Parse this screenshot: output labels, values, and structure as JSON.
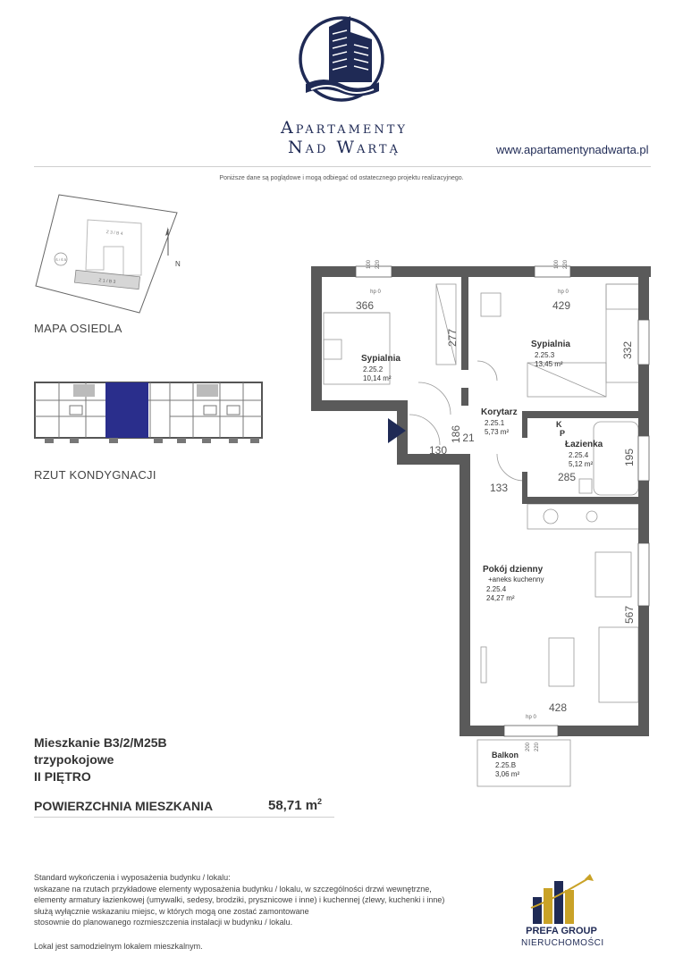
{
  "header": {
    "brand_line1": "Apartamenty",
    "brand_line2": "Nad Wartą",
    "website": "www.apartamentynadwarta.pl",
    "disclaimer": "Poniższe dane są poglądowe i mogą odbiegać od ostatecznego projektu realizacyjnego."
  },
  "site_map": {
    "title": "MAPA OSIEDLA",
    "building_b": "Z 3 / B 4",
    "building_a": "Z 1 / B 3",
    "marker": "Ś / Ś 5",
    "north": "N"
  },
  "floor_plan_thumb": {
    "title": "RZUT KONDYGNACJI"
  },
  "apartment": {
    "name": "Mieszkanie B3/2/M25B",
    "type": "trzypokojowe",
    "floor": "II PIĘTRO",
    "area_label": "POWIERZCHNIA MIESZKANIA",
    "area_value": "58,71 m",
    "area_sup": "2"
  },
  "rooms": [
    {
      "name": "Sypialnia",
      "code": "2.25.2",
      "area": "10,14 m²"
    },
    {
      "name": "Sypialnia",
      "code": "2.25.3",
      "area": "13,45 m²"
    },
    {
      "name": "Korytarz",
      "code": "2.25.1",
      "area": "5,73 m²"
    },
    {
      "name": "Łazienka",
      "code": "2.25.4",
      "area": "5,12 m²"
    },
    {
      "name": "Pokój dzienny",
      "sub": "+aneks kuchenny",
      "code": "2.25.4",
      "area": "24,27 m²"
    },
    {
      "name": "Balkon",
      "code": "2.25.B",
      "area": "3,06 m²"
    }
  ],
  "dimensions": {
    "d366": "366",
    "d429": "429",
    "d277": "277",
    "d332": "332",
    "d186": "186",
    "d21": "21",
    "d130": "130",
    "d195": "195",
    "d285": "285",
    "d133": "133",
    "d567": "567",
    "d428": "428",
    "hp0": "hp 0",
    "w100": "100",
    "w220": "220",
    "b200": "200",
    "b220": "220",
    "kp_k": "K",
    "kp_p": "P"
  },
  "footer": {
    "standard_text": "Standard wykończenia i wyposażenia budynku / lokalu:\nwskazane na rzutach przykładowe elementy wyposażenia budynku / lokalu, w szczególności drzwi wewnętrzne,\nelementy armatury łazienkowej (umywalki, sedesy, brodziki, prysznicowe i inne) i kuchennej (zlewy, kuchenki i inne)\nsłużą wyłącznie wskazaniu miejsc, w których mogą one zostać zamontowane\nstosownie do planowanego rozmieszczenia instalacji w budynku / lokalu.",
    "own_unit_note": "Lokal jest samodzielnym lokalem mieszkalnym.",
    "developer_line1": "PREFA GROUP",
    "developer_line2": "NIERUCHOMOŚCI"
  },
  "colors": {
    "brand_navy": "#1f2a55",
    "wall_gray": "#5a5a5a",
    "highlight": "#2a2e8c",
    "gold": "#c9a227"
  }
}
